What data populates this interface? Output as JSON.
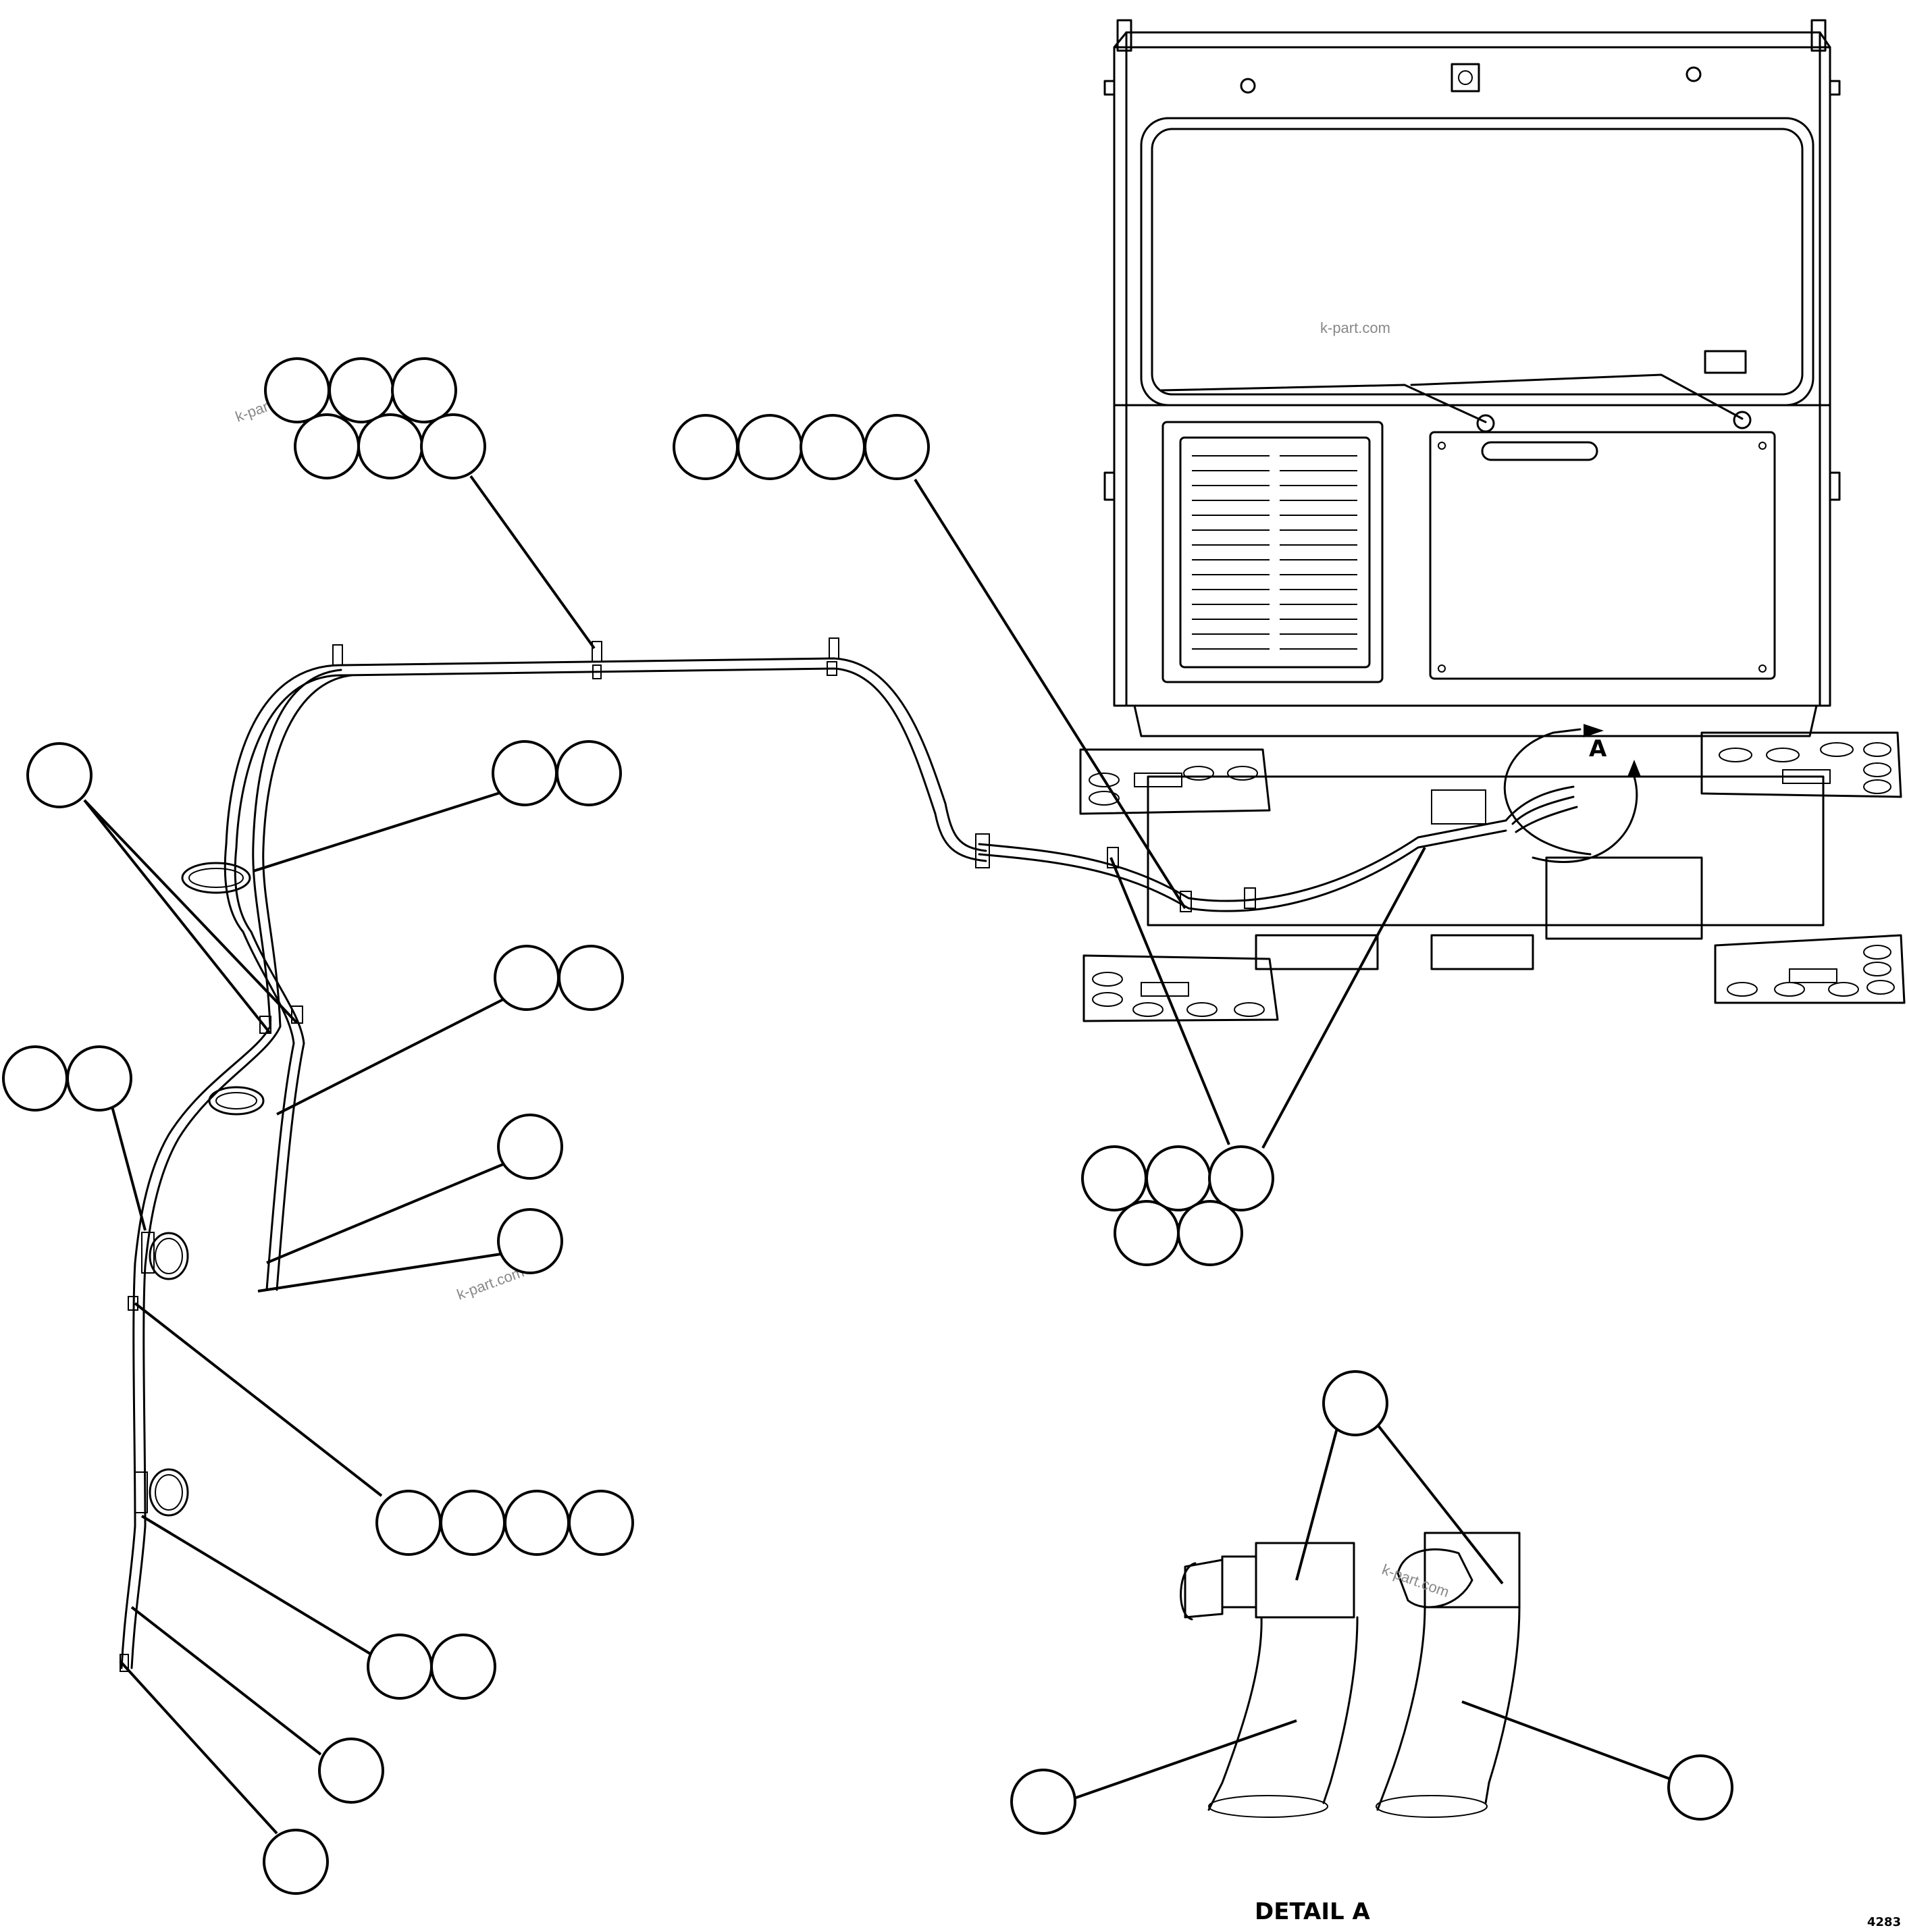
{
  "view_label": "A",
  "detail_caption": "DETAIL A",
  "drawing_number": "4283",
  "watermark": "k-part.com",
  "callout_groups": [
    {
      "name": "callout-group-top-left-upper",
      "count": 3
    },
    {
      "name": "callout-group-top-left-lower",
      "count": 3
    },
    {
      "name": "callout-group-top-center",
      "count": 4
    },
    {
      "name": "callout-group-left-single",
      "count": 1
    },
    {
      "name": "callout-group-mid-1",
      "count": 2
    },
    {
      "name": "callout-group-mid-2",
      "count": 2
    },
    {
      "name": "callout-group-left-double",
      "count": 2
    },
    {
      "name": "callout-group-mid-3",
      "count": 1
    },
    {
      "name": "callout-group-mid-4",
      "count": 1
    },
    {
      "name": "callout-group-right-upper",
      "count": 3
    },
    {
      "name": "callout-group-right-lower",
      "count": 2
    },
    {
      "name": "callout-group-bottom-row",
      "count": 4
    },
    {
      "name": "callout-group-bottom-double",
      "count": 2
    },
    {
      "name": "callout-group-bottom-1",
      "count": 1
    },
    {
      "name": "callout-group-bottom-2",
      "count": 1
    },
    {
      "name": "callout-group-detail-top",
      "count": 1
    },
    {
      "name": "callout-group-detail-left",
      "count": 1
    },
    {
      "name": "callout-group-detail-right",
      "count": 1
    }
  ]
}
